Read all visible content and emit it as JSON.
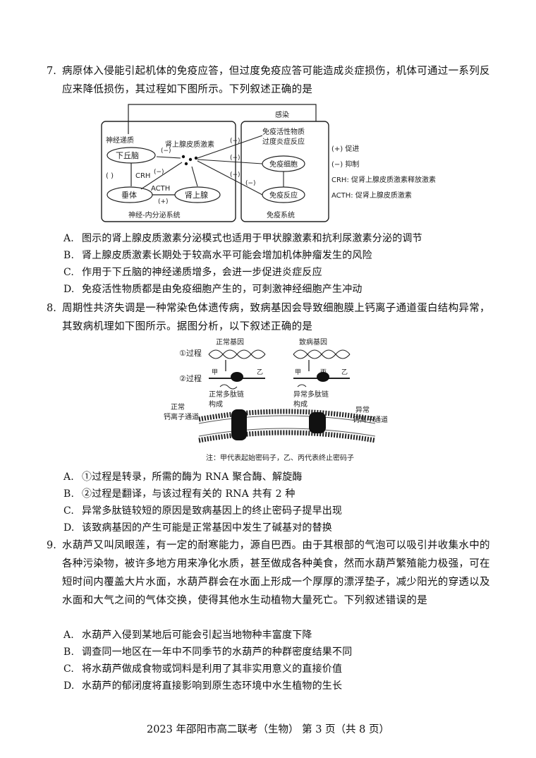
{
  "q7": {
    "number": "7.",
    "stem": "病原体入侵能引起机体的免疫应答，但过度免疫应答可能造成炎症损伤，机体可通过一系列反应来降低损伤，其过程如下图所示。下列叙述正确的是",
    "diagram": {
      "left_system": "神经-内分泌系统",
      "right_system": "免疫系统",
      "neuro_label": "神经递质",
      "hypothalamus": "下丘脑",
      "pituitary": "垂体",
      "adrenal": "肾上腺",
      "cortisol": "肾上腺皮质激素",
      "infection": "感染",
      "active_substances_1": "免疫活性物质",
      "active_substances_2": "过度炎症反应",
      "immune_cells": "免疫细胞",
      "immune_response": "免疫反应",
      "crh": "CRH",
      "acth": "ACTH",
      "minus": "(−)",
      "minus2": "(−)",
      "minus3": "(−)",
      "minus4": "(−)",
      "minus5": "(−)",
      "minus6": "(−)",
      "plus": "(+)",
      "crh_mark": "(  )",
      "legend": [
        "(+)  促进",
        "(−)  抑制",
        "CRH: 促肾上腺皮质激素释放激素",
        "ACTH: 促肾上腺皮质激素"
      ]
    },
    "options": [
      {
        "label": "A.",
        "text": "图示的肾上腺皮质激素分泌模式也适用于甲状腺激素和抗利尿激素分泌的调节"
      },
      {
        "label": "B.",
        "text": "肾上腺皮质激素长期处于较高水平可能会增加机体肿瘤发生的风险"
      },
      {
        "label": "C.",
        "text": "作用于下丘脑的神经递质增多，会进一步促进炎症反应"
      },
      {
        "label": "D.",
        "text": "免疫活性物质都是由免疫细胞产生的，可刺激神经细胞产生冲动"
      }
    ]
  },
  "q8": {
    "number": "8.",
    "stem": "周期性共济失调是一种常染色体遗传病，致病基因会导致细胞膜上钙离子通道蛋白结构异常，其致病机理如下图所示。据图分析，以下叙述正确的是",
    "diagram": {
      "process1": "①过程",
      "process2": "②过程",
      "normal_gene": "正常基因",
      "mutant_gene": "致病基因",
      "jia": "甲",
      "yi": "乙",
      "bing": "丙",
      "jia2": "甲",
      "yi2": "乙",
      "normal_peptide": "正常多肽链",
      "normal_forms": "构成",
      "abnormal_peptide": "异常多肽链",
      "abnormal_forms": "构成",
      "normal_channel_1": "正常",
      "normal_channel_2": "钙离子通道",
      "abnormal_channel_1": "异常",
      "abnormal_channel_2": "钙离子通道",
      "note": "注：甲代表起始密码子，乙、丙代表终止密码子"
    },
    "options": [
      {
        "label": "A.",
        "text": "①过程是转录，所需的酶为 RNA 聚合酶、解旋酶"
      },
      {
        "label": "B.",
        "text": "②过程是翻译，与该过程有关的 RNA 共有 2 种"
      },
      {
        "label": "C.",
        "text": "异常多肽链较短的原因是致病基因上的终止密码子提早出现"
      },
      {
        "label": "D.",
        "text": "该致病基因的产生可能是正常基因中发生了碱基对的替换"
      }
    ]
  },
  "q9": {
    "number": "9.",
    "stem": "水葫芦又叫凤眼莲，有一定的耐寒能力，源自巴西。由于其根部的气泡可以吸引并收集水中的各种污染物，被许多地方用来净化水质，甚至做成各种美食，然而水葫芦繁殖能力极强，可在短时间内覆盖大片水面，水葫芦群会在水面上形成一个厚厚的漂浮垫子，减少阳光的穿透以及水面和大气之间的气体交换，使得其他水生动植物大量死亡。下列叙述错误的是",
    "options": [
      {
        "label": "A.",
        "text": "水葫芦入侵到某地后可能会引起当地物种丰富度下降"
      },
      {
        "label": "B.",
        "text": "调查同一地区在一年中不同季节的水葫芦的种群密度结果不同"
      },
      {
        "label": "C.",
        "text": "将水葫芦做成食物或饲料是利用了其非实用意义的直接价值"
      },
      {
        "label": "D.",
        "text": "水葫芦的郁闭度将直接影响到原生态环境中水生植物的生长"
      }
    ]
  },
  "footer": "2023 年邵阳市高二联考（生物）   第 3 页（共 8 页）"
}
